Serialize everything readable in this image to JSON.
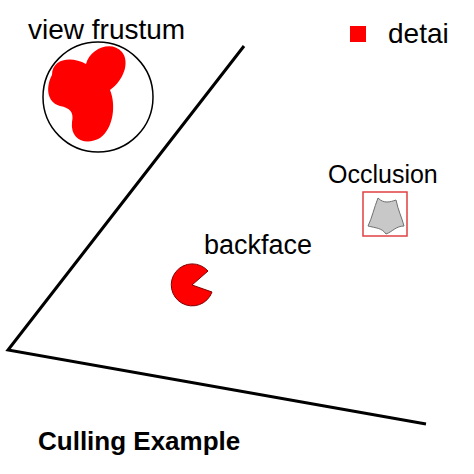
{
  "diagram": {
    "caption": "Culling Example",
    "labels": [
      "view frustum",
      "backface",
      "Occlusion"
    ],
    "legend": [
      {
        "text": "detai",
        "color": "#ff0000"
      }
    ]
  }
}
